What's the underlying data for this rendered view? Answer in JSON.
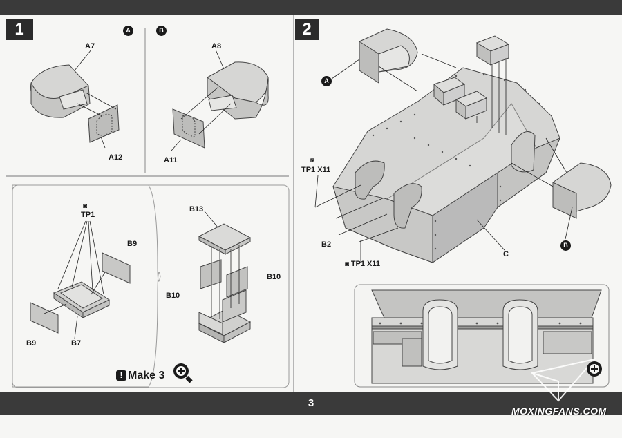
{
  "page_number": "3",
  "steps": {
    "step1": "1",
    "step2": "2"
  },
  "variants": {
    "a": "A",
    "b": "B"
  },
  "parts": {
    "a7": "A7",
    "a12": "A12",
    "a8": "A8",
    "a11": "A11",
    "b13": "B13",
    "b9_top": "B9",
    "b9_bottom": "B9",
    "b7": "B7",
    "b10_left": "B10",
    "b10_right": "B10",
    "tp1_sub": "TP1",
    "tp1x11_top": "TP1 X11",
    "tp1x11_bottom": "TP1 X11",
    "b2": "B2",
    "c": "C"
  },
  "make_label": "Make 3",
  "make_icon": "exclamation-icon",
  "zoom_icon": "magnify-plus-icon",
  "watermark": "MOXINGFANS.COM",
  "colors": {
    "bar": "#3a3a3a",
    "step_box": "#2b2b2b",
    "part_fill": "#d2d2d0",
    "line": "#333333"
  }
}
